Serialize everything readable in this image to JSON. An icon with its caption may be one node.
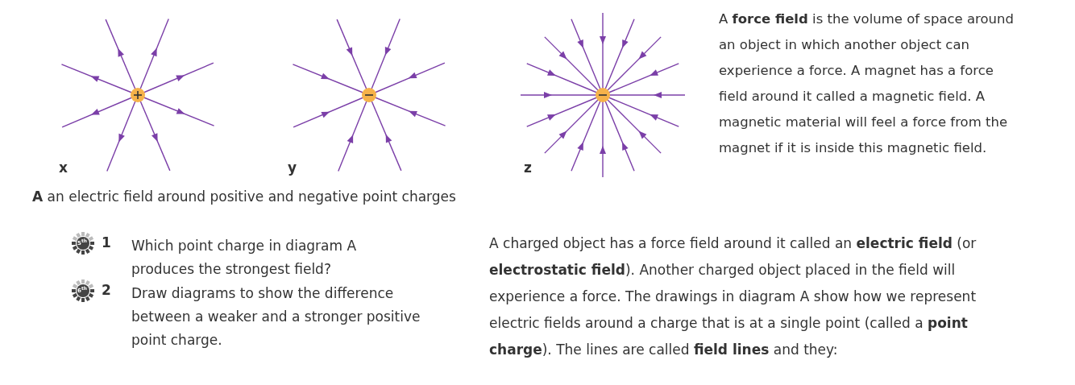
{
  "diagram": {
    "labels": [
      "A **force field** is the volume of space around an object in which another object can experience a force. A magnet has a force field around it called a magnetic field. A magnetic material will feel a force from the magnet if it is inside this magnetic field.",
      "x",
      "y",
      "z",
      "**A** an electric field around positive and negative point charges",
      "5$^{th}$",
      "1",
      "Which point charge in diagram A produces the strongest field?",
      "6$^{th}$",
      "2",
      "Draw diagrams to show the difference between a weaker and a stronger positive point charge.",
      "A charged object has a force field around it called an **electric field** (or **electrostatic field**). Another charged object placed in the field will experience a force. The drawings in diagram A show how we represent electric fields around a charge that is at a single point (called a **point charge**). The lines are called **field lines** and they:"
    ]
  }
}
